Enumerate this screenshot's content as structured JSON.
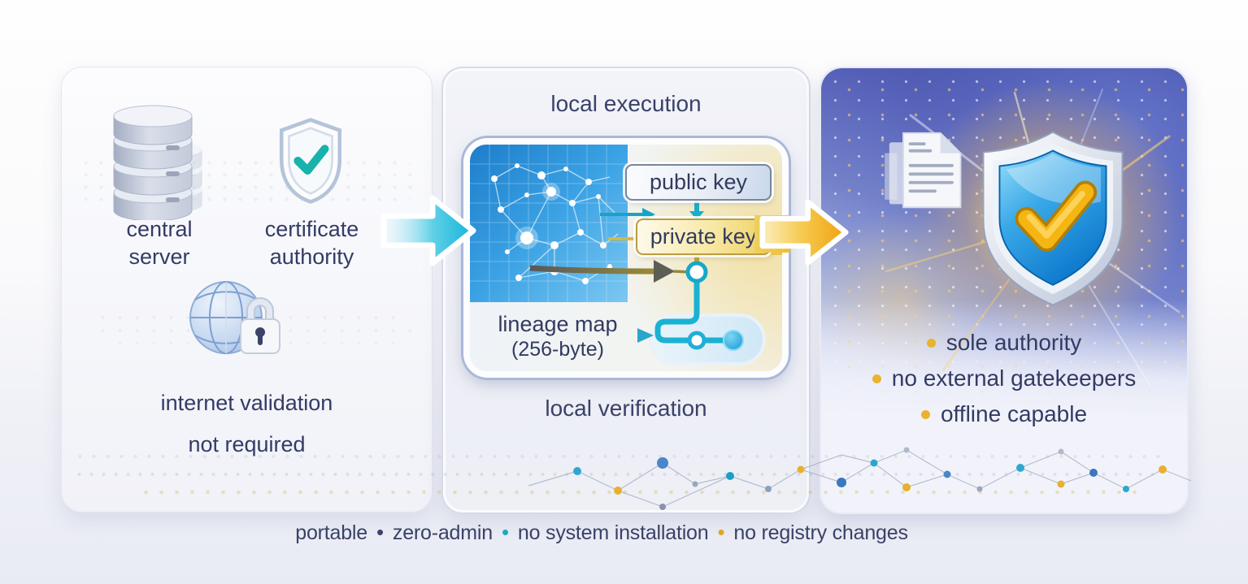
{
  "left_panel": {
    "items": [
      {
        "icon": "database-icon",
        "line1": "central",
        "line2": "server"
      },
      {
        "icon": "shield-check-icon",
        "line1": "certificate",
        "line2": "authority"
      }
    ],
    "note_icon": "globe-lock-icon",
    "note_line1": "internet validation",
    "note_line2": "not required"
  },
  "middle_panel": {
    "title": "local execution",
    "public_key_label": "public key",
    "private_key_label": "private key",
    "lineage_line1": "lineage map",
    "lineage_line2": "(256-byte)",
    "caption": "local verification"
  },
  "right_panel": {
    "bullets": [
      "sole authority",
      "no external gatekeepers",
      "offline capable"
    ]
  },
  "footer": {
    "sep": "•",
    "items": [
      "portable",
      "zero-admin",
      "no system installation",
      "no registry changes"
    ],
    "sep_styles": [
      "color:#3c4268;margin:0 11px;font-size:26px",
      "color:#1fa9be;margin:0 11px;font-size:26px",
      "color:#dfa724;margin:0 11px;font-size:26px"
    ]
  },
  "icons": {
    "database": "stacked-cylinder database glyph",
    "shield_check": "shield with teal checkmark",
    "globe_lock": "globe with padlock",
    "document": "paper sheet with folded corner",
    "badge_shield": "blue glossy shield with gold checkmark",
    "cyan_arrow": "right arrow cyan",
    "gold_arrow": "right arrow gold"
  },
  "colors": {
    "text": "#353c66",
    "teal": "#1cb2cf",
    "gold": "#eeb22b",
    "blue": "#2f8fd8",
    "bullet": "#e9b32e"
  }
}
